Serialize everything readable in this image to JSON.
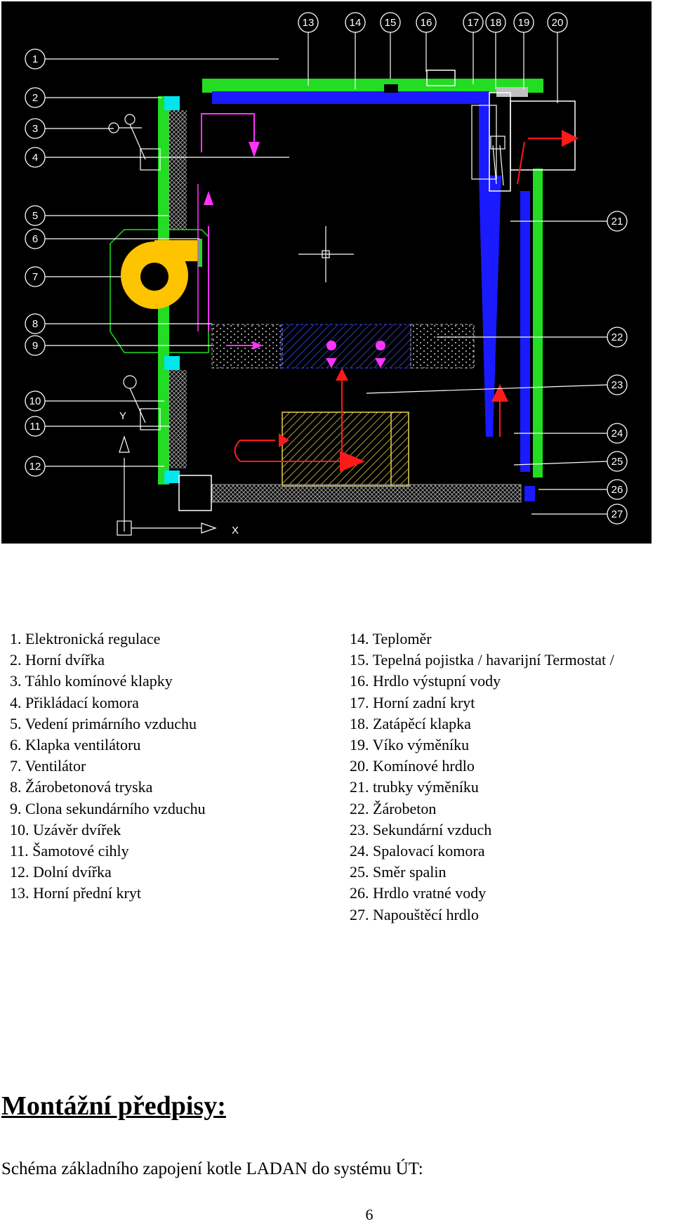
{
  "diagram": {
    "callouts_top": [
      "13",
      "14",
      "15",
      "16",
      "17",
      "18",
      "19",
      "20"
    ],
    "callouts_left": [
      "1",
      "2",
      "3",
      "4",
      "5",
      "6",
      "7",
      "8",
      "9",
      "10",
      "11",
      "12"
    ],
    "callouts_right": [
      "21",
      "22",
      "23",
      "24",
      "25",
      "26",
      "27"
    ],
    "axis_labels": {
      "x": "X",
      "y": "Y"
    },
    "colors": {
      "background": "#000000",
      "outer_casing": "#22dd22",
      "water_jacket": "#1a1aff",
      "fan": "#ffc400",
      "primary_air": "#ff33ff",
      "flue_gas": "#ff1a1a",
      "lines": "#ffffff"
    }
  },
  "legend": {
    "left": [
      "1. Elektronická regulace",
      "2. Horní dvířka",
      "3. Táhlo komínové klapky",
      "4. Přikládací komora",
      "5. Vedení primárního vzduchu",
      "6. Klapka ventilátoru",
      "7. Ventilátor",
      "8. Žárobetonová tryska",
      "9. Clona sekundárního vzduchu",
      "10. Uzávěr dvířek",
      "11. Šamotové cihly",
      "12. Dolní dvířka",
      "13. Horní přední kryt"
    ],
    "right": [
      "14. Teploměr",
      "15. Tepelná pojistka / havarijní Termostat /",
      "16. Hrdlo výstupní vody",
      "17. Horní zadní kryt",
      "18. Zatápěcí klapka",
      "19. Víko výměníku",
      "20. Komínové hrdlo",
      "21. trubky výměníku",
      "22. Žárobeton",
      "23. Sekundární vzduch",
      "24. Spalovací komora",
      "25. Směr spalin",
      "26. Hrdlo vratné vody",
      "27. Napouštěcí hrdlo"
    ]
  },
  "section_title": "Montážní předpisy:",
  "scheme_caption": "Schéma základního zapojení kotle LADAN do systému ÚT:",
  "page_number": "6"
}
